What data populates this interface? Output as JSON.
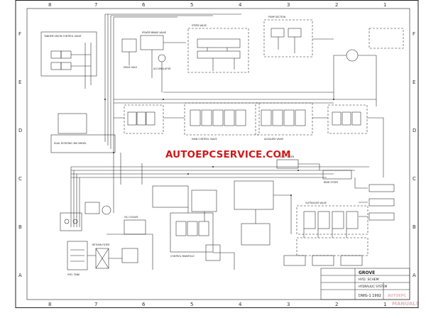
{
  "watermark": "AUTOEPCSERVICE.COM",
  "grid": {
    "columns": [
      "8",
      "7",
      "6",
      "5",
      "4",
      "3",
      "2",
      "1"
    ],
    "rows": [
      "F",
      "E",
      "D",
      "C",
      "B",
      "A"
    ]
  },
  "title_block": {
    "brand": "GROVE",
    "title": "HYD. SCHEM",
    "subtitle": "HYDRAULIC SYSTEM",
    "number": "DWG-1 1992"
  },
  "labels": {
    "tandem_valve": "TANDEM OR/ON CONTROL VALVE",
    "power_brake_valve": "POWER BRAKE VALVE",
    "drive_axle": "DRIVE AXLE",
    "accumulator": "ACCUMULATOR",
    "steer_valve": "STEER VALVE",
    "pump_section": "PUMP SECTION",
    "main_valve": "MAIN CONTROL VALVE",
    "auxiliary": "AUXILIARY VALVE",
    "outrigger": "OUTRIGGER VALVE",
    "swivel": "DUAL ROTATING 360 SWIVEL",
    "hyd_tank": "HYD. TANK",
    "oil_cooler": "OIL COOLER",
    "return_filter": "RETURN FILTER",
    "front_steer": "FRONT STEER",
    "rear_steer": "REAR STEER",
    "control_manifold": "CONTROL MANIFOLD"
  },
  "colors": {
    "line": "#222222",
    "watermark": "#d01919"
  },
  "corner_mark": {
    "line1": "AUTOEPC",
    "line2": "MANUALS"
  }
}
